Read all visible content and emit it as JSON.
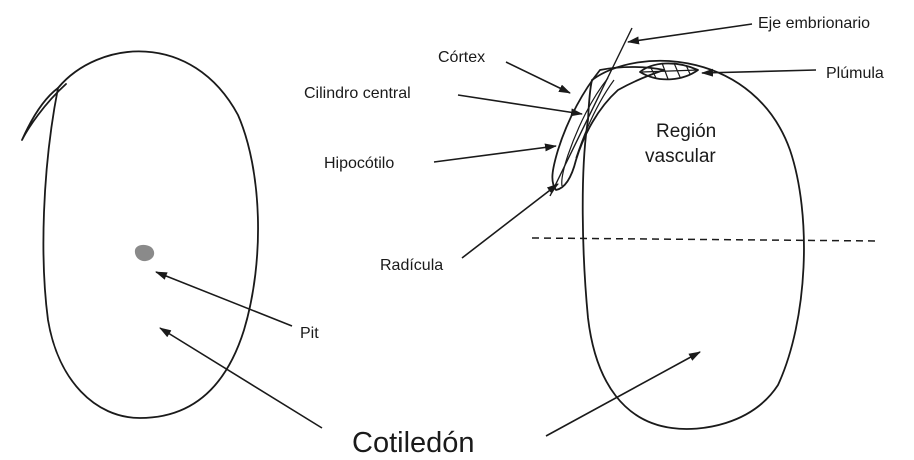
{
  "labels": {
    "eje_embrionario": "Eje embrionario",
    "cortex": "Córtex",
    "plumula": "Plúmula",
    "cilindro_central": "Cilindro central",
    "region_vascular_line1": "Región",
    "region_vascular_line2": "vascular",
    "hipocotilo": "Hipocótilo",
    "radicula": "Radícula",
    "pit": "Pit",
    "cotiledon": "Cotiledón"
  }
}
